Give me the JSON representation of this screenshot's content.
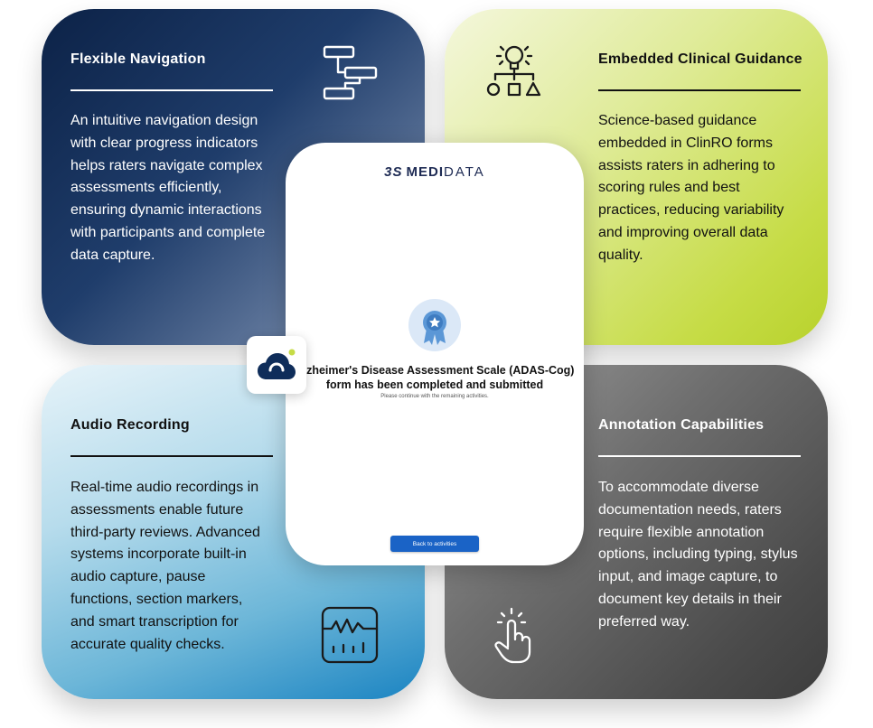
{
  "cards": {
    "nav": {
      "title": "Flexible Navigation",
      "lines": [
        "An intuitive navigation design",
        "with clear progress indicators",
        "helps raters navigate complex",
        "assessments efficiently,",
        "ensuring dynamic interactions",
        "with participants and complete",
        "data capture."
      ],
      "icon": "flowchart-icon"
    },
    "guidance": {
      "title": "Embedded Clinical Guidance",
      "lines": [
        "Science-based guidance",
        "embedded in ClinRO forms",
        "assists raters in adhering to",
        "scoring rules and best",
        "practices, reducing variability",
        "and improving overall data",
        "quality."
      ],
      "icon": "lightbulb-shapes-icon"
    },
    "audio": {
      "title": "Audio Recording",
      "lines": [
        "Real-time audio recordings in",
        "assessments enable future",
        "third-party reviews. Advanced",
        "systems incorporate built-in",
        "audio capture, pause",
        "functions, section markers,",
        "and smart transcription for",
        "accurate quality checks."
      ],
      "icon": "waveform-monitor-icon"
    },
    "annotation": {
      "title": "Annotation Capabilities",
      "lines": [
        "To accommodate diverse",
        "documentation needs, raters",
        "require flexible annotation",
        "options, including typing, stylus",
        "input, and image capture, to",
        "document key details in their",
        "preferred way."
      ],
      "icon": "tap-hand-icon"
    }
  },
  "device": {
    "brand_ds": "3S",
    "brand_medi": "MEDI",
    "brand_data": "DATA",
    "completed_title_line1": "Alzheimer's Disease Assessment Scale (ADAS-Cog)",
    "completed_title_line2": "form has been completed and submitted",
    "completed_subtitle": "Please continue with the remaining activities.",
    "back_button": "Back to activities",
    "badge_icon": "award-badge-icon",
    "cloud_icon": "cloud-icon"
  },
  "colors": {
    "nav_dark": "#0c2247",
    "guidance_lime": "#c6dc46",
    "audio_blue": "#1b84c2",
    "annotation_gray": "#4b4b4b",
    "button_blue": "#1a63c6",
    "brand_navy": "#1e2b54",
    "badge_blue": "#5b97d6"
  }
}
